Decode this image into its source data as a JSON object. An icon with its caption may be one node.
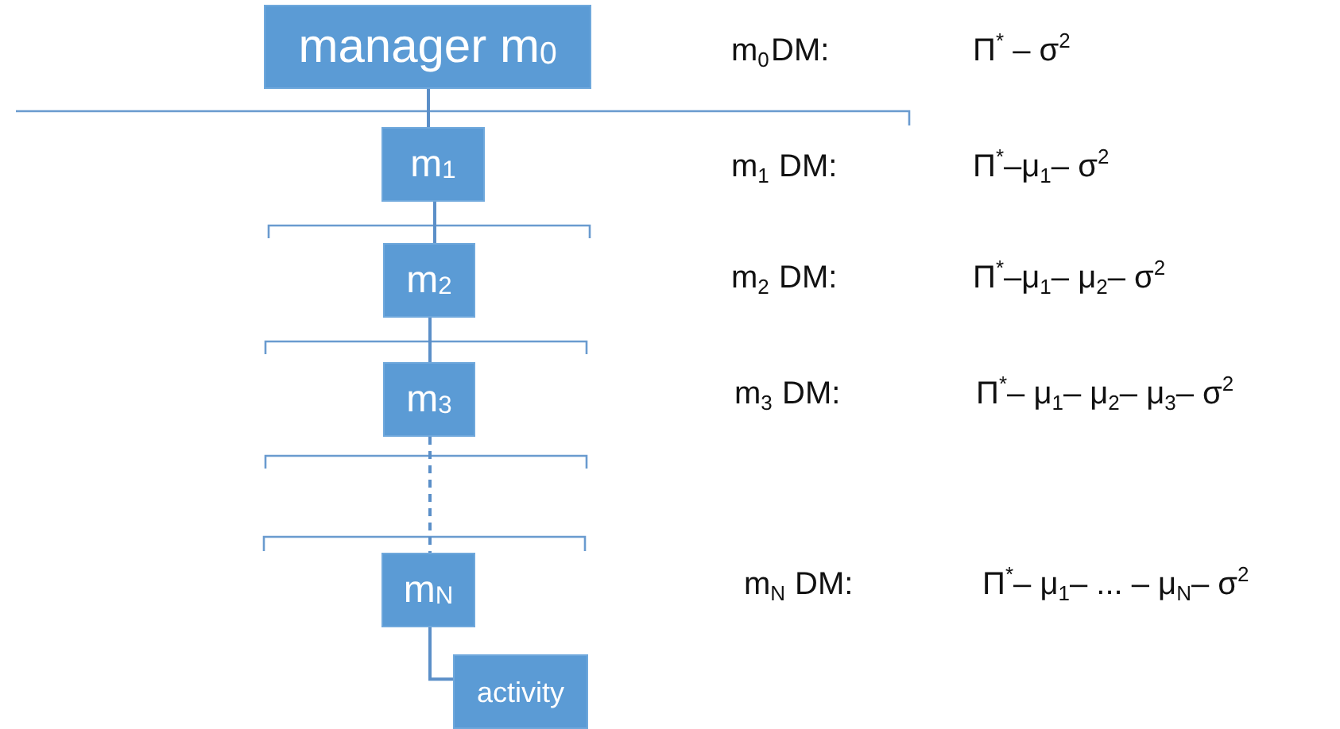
{
  "diagram": {
    "nodes": [
      {
        "text": [
          "manager m$_{0}$"
        ]
      },
      {
        "text": [
          "m$_{1}$"
        ]
      },
      {
        "text": [
          "m$_{2}$"
        ]
      },
      {
        "text": [
          "m$_{3}$"
        ]
      },
      {
        "text": [
          "m$_{N}$"
        ]
      },
      {
        "text": [
          "activity"
        ]
      }
    ],
    "edges": [
      {
        "from": 0,
        "to": 1,
        "arrow": "none"
      },
      {
        "from": 1,
        "to": 2,
        "arrow": "none"
      },
      {
        "from": 2,
        "to": 3,
        "arrow": "none"
      },
      {
        "from": 3,
        "to": 4,
        "arrow": "none",
        "style": "dashed"
      },
      {
        "from": 4,
        "to": 5,
        "arrow": "none"
      }
    ],
    "labels": [
      "m$_{0}$",
      "DM:",
      "Π$^{*}$ – σ$^{2}$",
      "m$_{1}$",
      "DM:",
      "Π$^{*}$–μ$_{1}$– σ$^{2}$",
      "m$_{2}$",
      "DM:",
      "Π$^{*}$–μ$_{1}$– μ$_{2}$– σ$^{2}$",
      "m$_{3}$",
      "DM:",
      "Π$^{*}$– μ$_{1}$– μ$_{2}$– μ$_{3}$– σ$^{2}$",
      "m$_{N}$",
      "DM:",
      "Π$^{*}$– μ$_{1}$– ... – μ$_{N}$– σ$^{2}$"
    ]
  }
}
